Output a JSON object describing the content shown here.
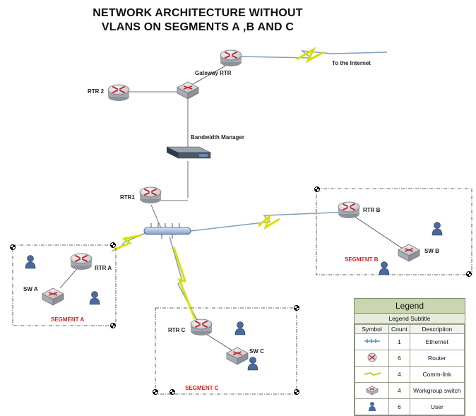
{
  "title": {
    "line1": "NETWORK ARCHITECTURE WITHOUT",
    "line2": "VLANS ON  SEGMENTS A ,B AND C"
  },
  "nodes": {
    "gateway_rtr": "Gateway RTR",
    "rtr2": "RTR 2",
    "bandwidth_manager": "Bandwidth Manager",
    "rtr1": "RTR1",
    "rtr_a": "RTR A",
    "sw_a": "SW A",
    "rtr_b": "RTR B",
    "sw_b": "SW B",
    "rtr_c": "RTR C",
    "sw_c": "SW C"
  },
  "internet_label": "To the Internet",
  "segments": {
    "a": "SEGMENT A",
    "b": "SEGMENT B",
    "c": "SEGMENT C"
  },
  "colors": {
    "segment_label": "#e02020",
    "comm_link": "#d8e000",
    "wan_link": "#7fa0c0",
    "legend_header": "#c9d6b0"
  },
  "legend": {
    "title": "Legend",
    "subtitle": "Legend Subtitle",
    "columns": [
      "Symbol",
      "Count",
      "Description"
    ],
    "rows": [
      {
        "symbol": "ethernet-icon",
        "count": "1",
        "description": "Ethernet"
      },
      {
        "symbol": "router-icon",
        "count": "6",
        "description": "Router"
      },
      {
        "symbol": "comm-link-icon",
        "count": "4",
        "description": "Comm-link"
      },
      {
        "symbol": "workgroup-switch-icon",
        "count": "4",
        "description": "Workgroup switch"
      },
      {
        "symbol": "user-icon",
        "count": "6",
        "description": "User"
      }
    ]
  }
}
